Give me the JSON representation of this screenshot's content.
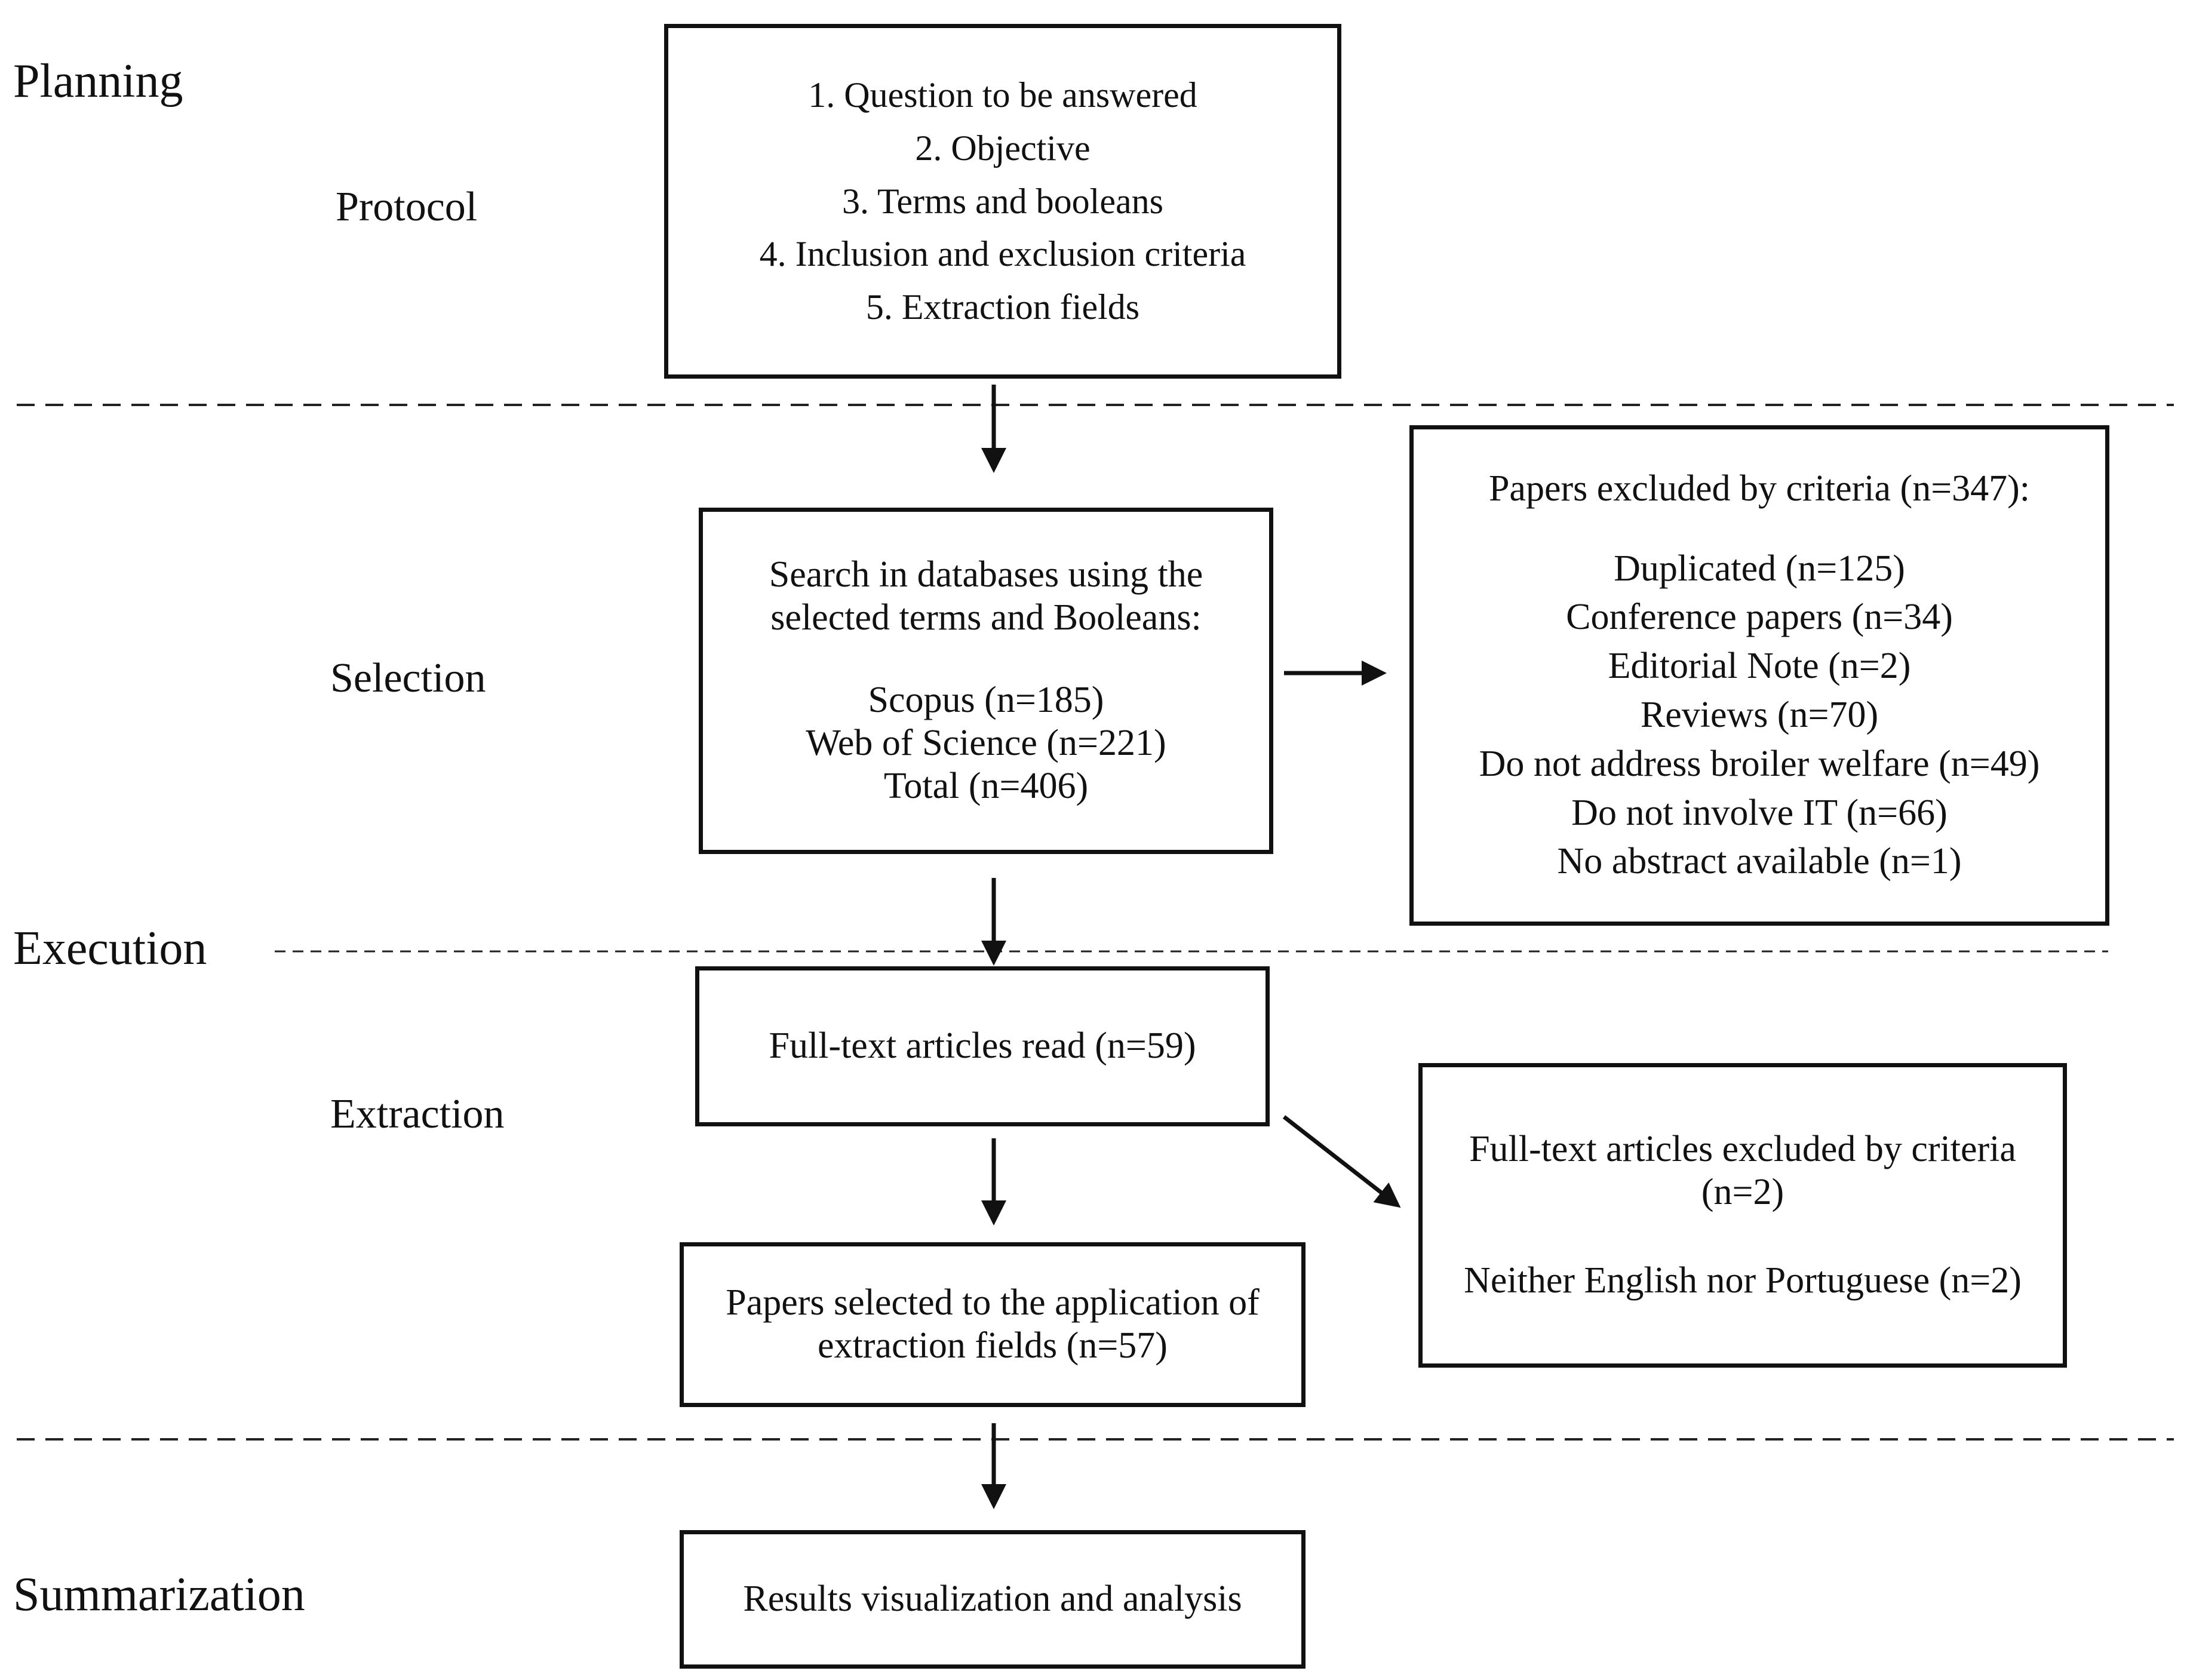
{
  "phases": {
    "planning": "Planning",
    "execution": "Execution",
    "summarization": "Summarization"
  },
  "steps": {
    "protocol": "Protocol",
    "selection": "Selection",
    "extraction": "Extraction"
  },
  "protocol_box": {
    "items": [
      "1. Question to be answered",
      "2. Objective",
      "3. Terms and booleans",
      "4. Inclusion and exclusion criteria",
      "5. Extraction fields"
    ]
  },
  "search_box": {
    "heading": [
      "Search in databases using the",
      "selected terms and Booleans:"
    ],
    "counts": [
      "Scopus (n=185)",
      "Web of Science (n=221)",
      "Total (n=406)"
    ]
  },
  "excluded_box": {
    "heading": "Papers excluded by criteria (n=347):",
    "items": [
      "Duplicated (n=125)",
      "Conference papers (n=34)",
      "Editorial Note (n=2)",
      "Reviews (n=70)",
      "Do not address broiler welfare (n=49)",
      "Do not involve IT (n=66)",
      "No abstract available (n=1)"
    ]
  },
  "fulltext_box": {
    "text": "Full-text articles read (n=59)"
  },
  "fulltext_excluded_box": {
    "heading": [
      "Full-text articles excluded by criteria",
      "(n=2)"
    ],
    "item": "Neither English nor Portuguese (n=2)"
  },
  "selected_box": {
    "lines": [
      "Papers selected to the application of",
      "extraction fields (n=57)"
    ]
  },
  "results_box": {
    "text": "Results visualization and analysis"
  }
}
